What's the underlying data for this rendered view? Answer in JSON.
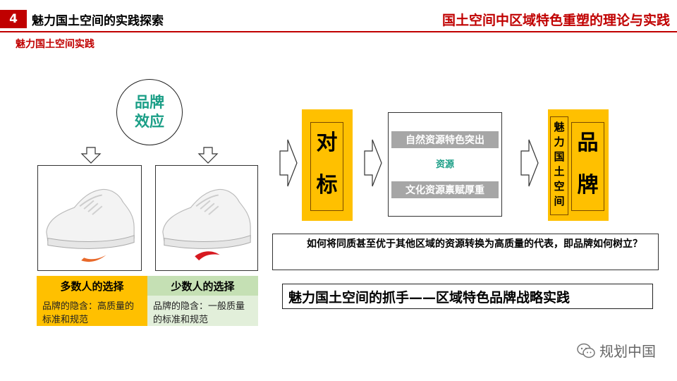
{
  "header": {
    "number": "4",
    "title": "魅力国土空间的实践探索",
    "right_title": "国土空间中区域特色重塑的理论与实践"
  },
  "subtitle": "魅力国土空间实践",
  "circle": {
    "line1": "品牌",
    "line2": "效应"
  },
  "choices": {
    "left": {
      "head": "多数人的选择",
      "body": "品牌的隐含：高质量的标准和规范"
    },
    "right": {
      "head": "少数人的选择",
      "body": "品牌的隐含：一般质量的标准和规范"
    }
  },
  "benchmark": {
    "char1": "对",
    "char2": "标"
  },
  "resources": {
    "top": "自然资源特色突出",
    "middle": "资源",
    "bottom": "文化资源禀赋厚重"
  },
  "charm_space": [
    "魅",
    "力",
    "国",
    "土",
    "空",
    "间"
  ],
  "brand": {
    "char1": "品",
    "char2": "牌"
  },
  "question": "如何将同质甚至优于其他区域的资源转换为高质量的代表，即品牌如何树立？",
  "strategy": "魅力国土空间的抓手——区域特色品牌战略实践",
  "watermark": "规划中国",
  "colors": {
    "accent_red": "#c00000",
    "yellow": "#ffc000",
    "teal": "#1a9e86",
    "green_head": "#c5e0b4"
  }
}
